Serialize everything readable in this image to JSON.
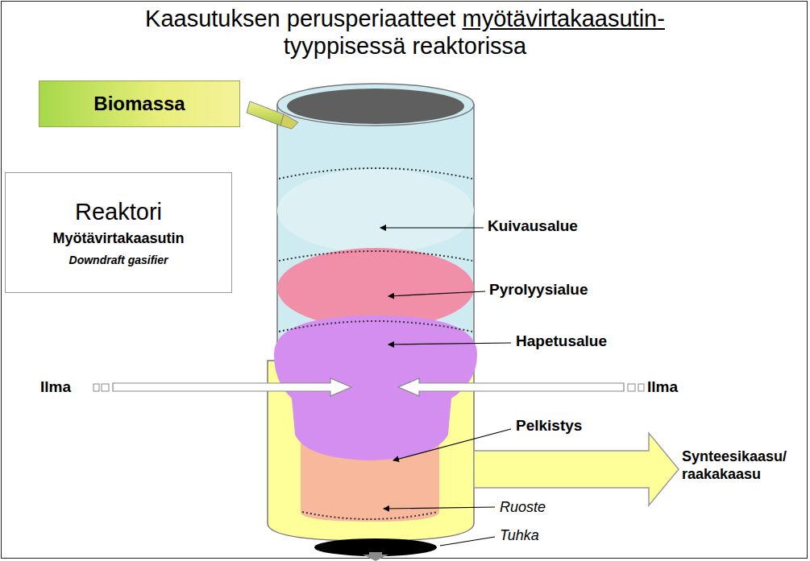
{
  "diagram": {
    "title": "Kaasutuksen perusperiaatteet myötävirtakaasutin- tyyppisessä reaktorissa",
    "nodes": [
      {
        "text": [
          "Biomassa"
        ]
      },
      {
        "text": [
          "Reaktori",
          "Myötävirtakaasutin",
          "Downdraft gasifier"
        ]
      }
    ],
    "labels": [
      "Kuivausalue",
      "Pyrolyysialue",
      "Hapetusalue",
      "Ilma",
      "Ilma",
      "Pelkistys",
      "Synteesikaasu/ raakakaasu",
      "Ruoste",
      "Tuhka"
    ]
  }
}
